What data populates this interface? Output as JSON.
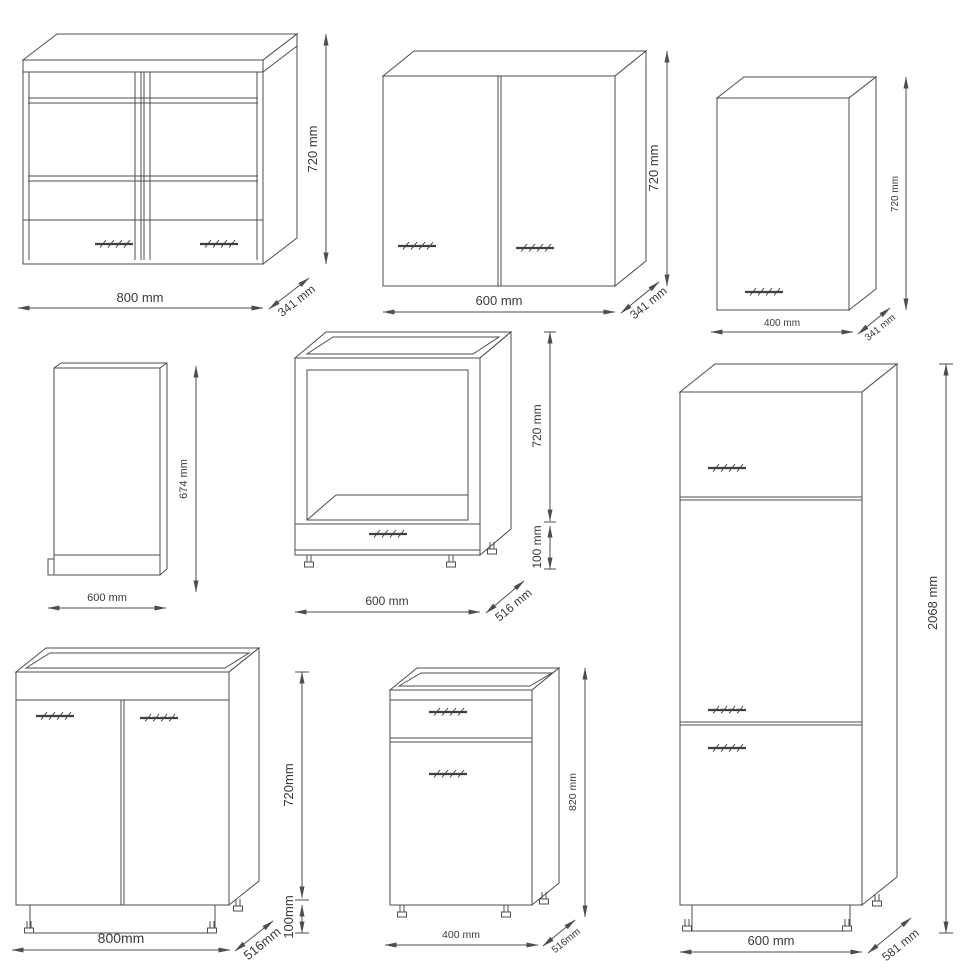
{
  "colors": {
    "background": "#ffffff",
    "line": "#4d4d4d",
    "label": "#3a3a3a"
  },
  "cabinets": [
    {
      "id": "wall-glass-cabinet",
      "width": "800 mm",
      "depth": "341 mm",
      "height": "720 mm"
    },
    {
      "id": "wall-cabinet-two-door",
      "width": "600 mm",
      "depth": "341 mm",
      "height": "720 mm"
    },
    {
      "id": "wall-cabinet-one-door",
      "width": "400 mm",
      "depth": "341 mm",
      "height": "720 mm"
    },
    {
      "id": "side-panel",
      "width": "600 mm",
      "height": "674 mm"
    },
    {
      "id": "oven-base-cabinet",
      "width": "600 mm",
      "depth": "516 mm",
      "height": "720 mm",
      "plinth_height": "100 mm"
    },
    {
      "id": "tall-cabinet",
      "width": "600 mm",
      "depth": "581 mm",
      "height": "2068 mm"
    },
    {
      "id": "sink-base-cabinet",
      "width": "800mm",
      "depth": "516mm",
      "height": "720mm",
      "plinth_height": "100mm"
    },
    {
      "id": "drawer-base-cabinet",
      "width": "400 mm",
      "depth": "516mm",
      "height": "820 mm"
    }
  ]
}
